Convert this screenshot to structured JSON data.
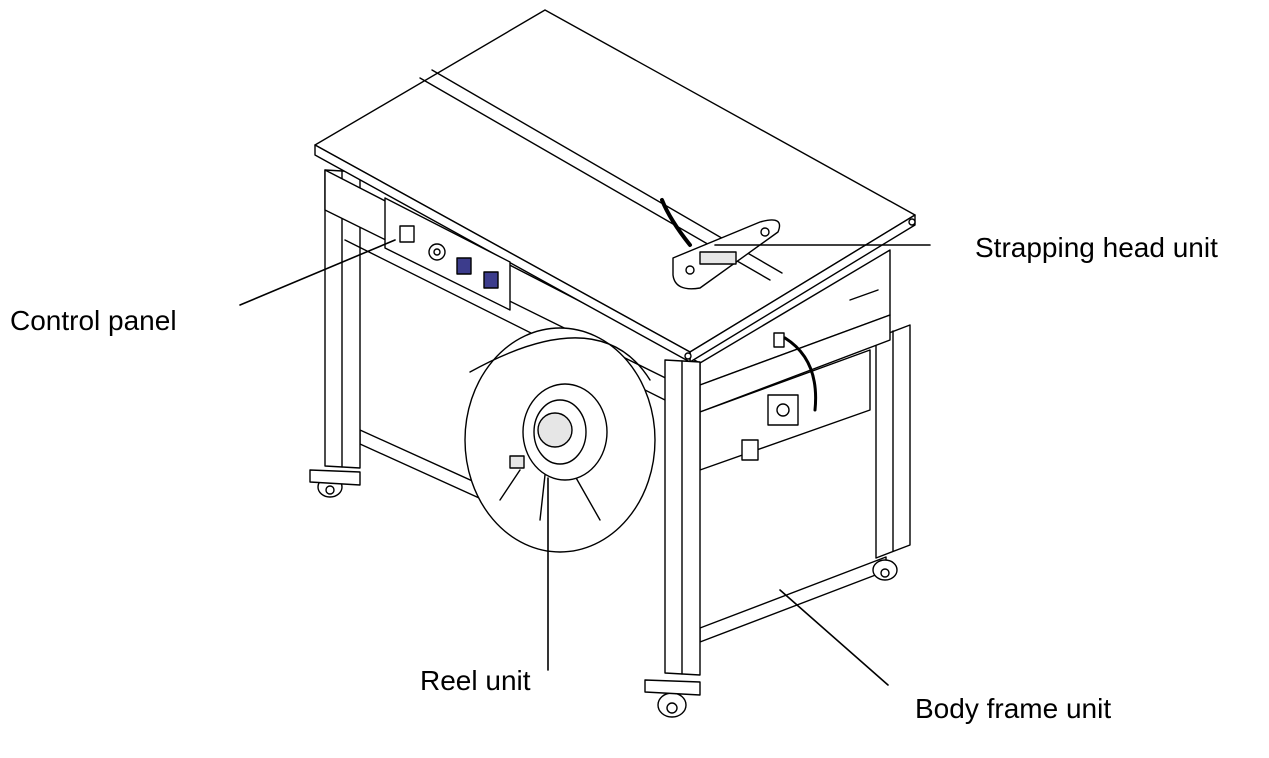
{
  "labels": {
    "strapping_head": "Strapping head unit",
    "control_panel": "Control panel",
    "reel": "Reel unit",
    "body_frame": "Body frame unit"
  },
  "colors": {
    "line": "#000000",
    "fill": "#ffffff",
    "shade": "#e6e6e6",
    "button": "#3c3c8c"
  }
}
